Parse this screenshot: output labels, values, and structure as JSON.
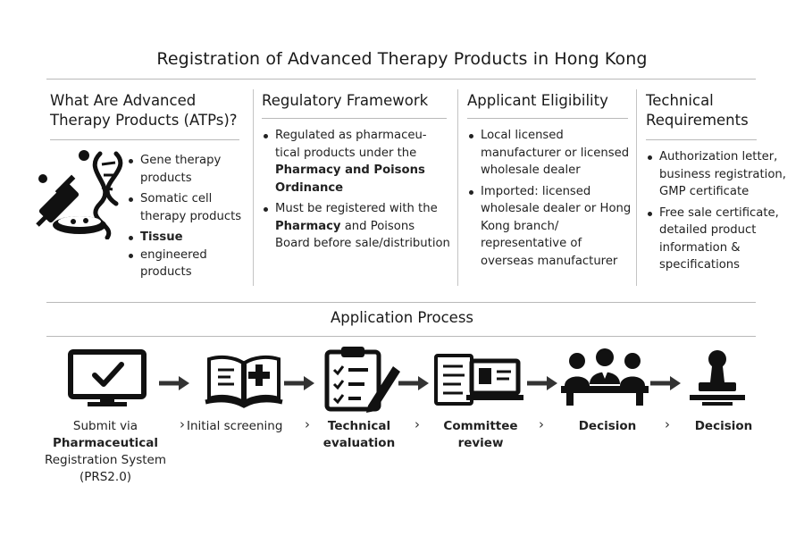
{
  "title": "Registration of Advanced Therapy Products in Hong Kong",
  "columns": {
    "what": {
      "heading": "What Are Advanced Therapy Products (ATPs)?",
      "items": [
        "Gene therapy products",
        "Somatic cell therapy products",
        "Tissue",
        "engineered products"
      ]
    },
    "framework": {
      "heading": "Regulatory Framework",
      "item1_pre": "Regulated as pharmaceu-tical products under the",
      "item1_bold": "Pharmacy and Poisons Ordinance",
      "item2_pre": "Must be registered with the",
      "item2_bold": "Pharmacy",
      "item2_post": "and Poisons Board before sale/distribution"
    },
    "eligibility": {
      "heading": "Applicant Eligibility",
      "items": [
        "Local licensed manufacturer or licensed wholesale dealer",
        "Imported: licensed wholesale dealer or Hong Kong branch/ representative of overseas manufacturer"
      ]
    },
    "technical": {
      "heading": "Technical Requirements",
      "items": [
        "Authorization letter, business registration, GMP certificate",
        "Free sale certificate, detailed product information & specifications"
      ]
    }
  },
  "process": {
    "heading": "Application Process",
    "step1_pre": "Submit via",
    "step1_bold": "Pharmaceutical",
    "step1_mid": "Registration System",
    "step1_post": "(PRS2.0)",
    "step2": "Initial screening",
    "step3": "Technical evaluation",
    "step4": "Committee review",
    "step5": "Decision",
    "step6": "Decision",
    "separator": "›"
  },
  "icons": {
    "atp": "syringe-dna-petri-icon",
    "step1": "monitor-checkmark-icon",
    "step2": "book-medical-cross-icon",
    "step3": "clipboard-checklist-pen-icon",
    "step4": "documents-laptop-icon",
    "step5": "committee-people-icon",
    "step6": "stamp-icon"
  }
}
